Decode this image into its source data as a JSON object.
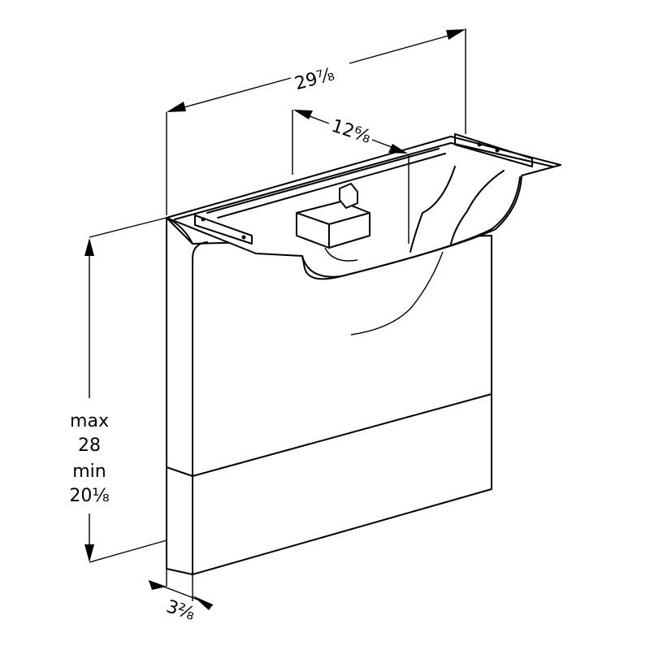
{
  "dimensions": {
    "overall_width": "29⅞",
    "basin_offset": "12⁶⁄₈",
    "height_max_label": "max",
    "height_max_value": "28",
    "height_min_label": "min",
    "height_min_value": "20⅛",
    "depth": "3²⁄₈"
  }
}
